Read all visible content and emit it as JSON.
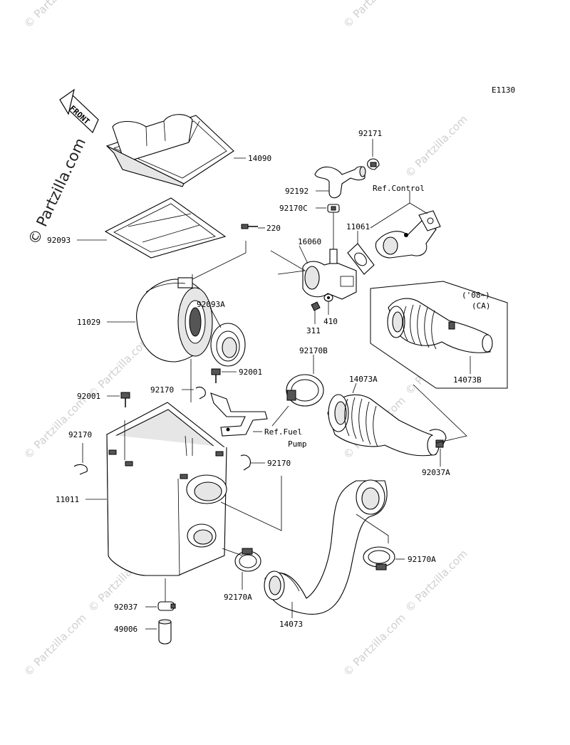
{
  "diagram": {
    "code": "E1130",
    "front_arrow_label": "FRONT",
    "watermarks": {
      "small": "© Partzilla.com",
      "big": "© Partzilla.com"
    },
    "variant_note": {
      "line1": "('08~)",
      "line2": "(CA)"
    },
    "refs": {
      "control": "Ref.Control",
      "fuel_line1": "Ref.Fuel",
      "fuel_line2": "Pump"
    },
    "parts": {
      "p14090": "14090",
      "p92093": "92093",
      "p220": "220",
      "p11029": "11029",
      "p92093A": "92093A",
      "p92001a": "92001",
      "p92001b": "92001",
      "p92170a": "92170",
      "p92170b": "92170",
      "p92170c": "92170",
      "p11011": "11011",
      "p92037": "92037",
      "p49006": "49006",
      "p92170A1": "92170A",
      "p14073": "14073",
      "p92170A2": "92170A",
      "p92037A": "92037A",
      "p14073A": "14073A",
      "p92170B": "92170B",
      "p14073B": "14073B",
      "p311": "311",
      "p410": "410",
      "p16060": "16060",
      "p11061": "11061",
      "p92170C": "92170C",
      "p92192": "92192",
      "p92171": "92171"
    }
  }
}
